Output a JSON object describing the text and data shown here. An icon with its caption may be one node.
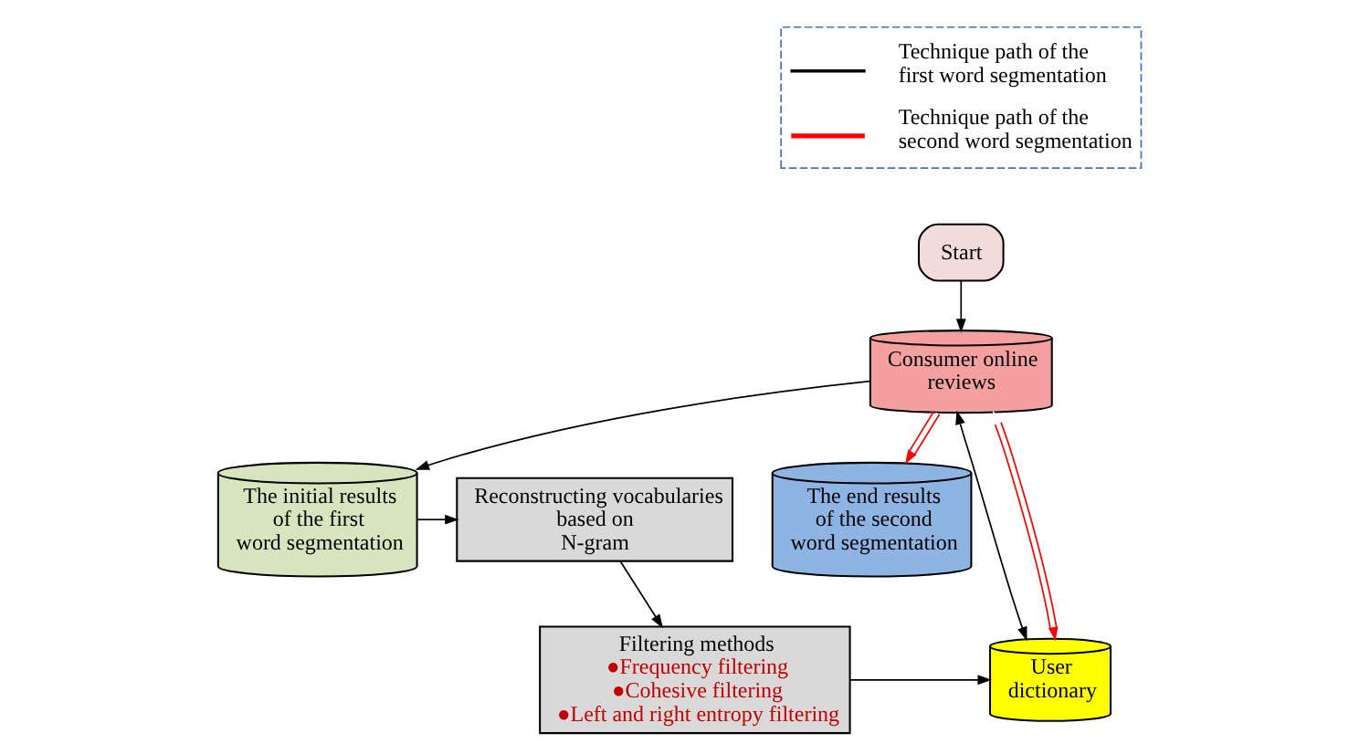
{
  "diagram": {
    "nodes": [
      {
        "text": [
          "Start"
        ]
      },
      {
        "text": [
          "Consumer online reviews"
        ]
      },
      {
        "text": [
          "Reconstructing vocabularies based on N-gram"
        ]
      },
      {
        "text": [
          "The initial results of the first word segmentation"
        ]
      },
      {
        "text": [
          "The end results of the second word segmentation"
        ]
      },
      {
        "text": [
          "Filtering methods",
          "●Frequency filtering",
          "●Cohesive filtering",
          "●Left and right entropy filtering"
        ]
      },
      {
        "text": [
          "User dictionary"
        ]
      }
    ],
    "edges": [
      {
        "from": 0,
        "to": 1,
        "arrow": "to"
      },
      {
        "from": 1,
        "to": 6,
        "arrow": "both"
      },
      {
        "from": 1,
        "to": 3,
        "arrow": "to"
      },
      {
        "from": 3,
        "to": 2,
        "arrow": "to"
      },
      {
        "from": 2,
        "to": 5,
        "arrow": "to"
      },
      {
        "from": 5,
        "to": 6,
        "arrow": "to"
      },
      {
        "from": 1,
        "to": 6,
        "arrow": "both",
        "color": "#ff0000"
      },
      {
        "from": 1,
        "to": 4,
        "arrow": "to",
        "color": "#ff0000"
      }
    ],
    "legend": [
      {
        "text": "Technique path of the first word segmentation"
      },
      {
        "text": "Technique path of the second word segmentation"
      }
    ]
  }
}
